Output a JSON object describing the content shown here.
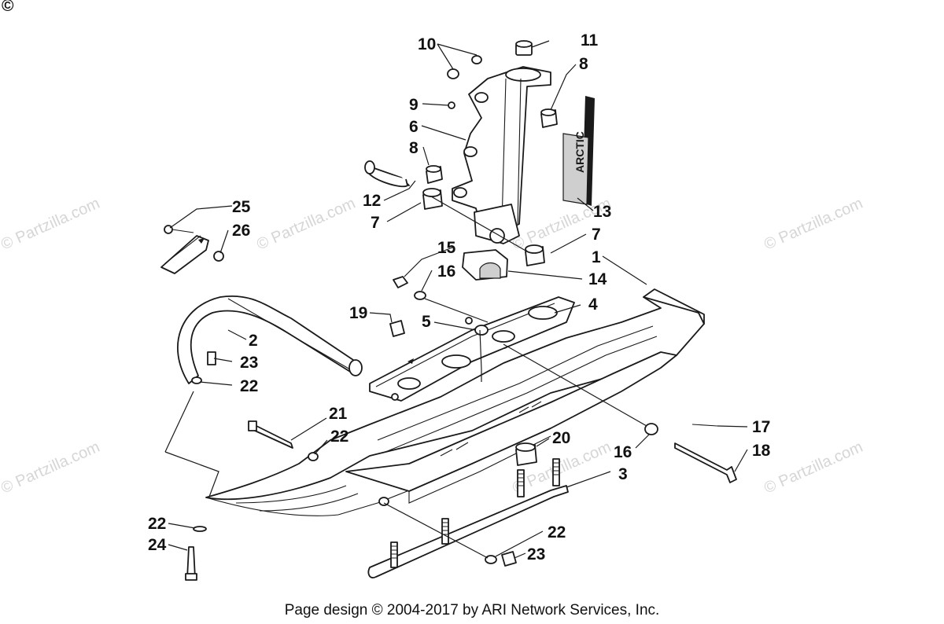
{
  "corner_mark": "©",
  "watermark_text": "© Partzilla.com",
  "footer_text": "Page design © 2004-2017 by ARI Network Services, Inc.",
  "decal_text": "ARCTIC",
  "callouts": [
    {
      "id": "c10",
      "label": "10"
    },
    {
      "id": "c11",
      "label": "11"
    },
    {
      "id": "c8a",
      "label": "8"
    },
    {
      "id": "c9",
      "label": "9"
    },
    {
      "id": "c6",
      "label": "6"
    },
    {
      "id": "c8b",
      "label": "8"
    },
    {
      "id": "c12",
      "label": "12"
    },
    {
      "id": "c7a",
      "label": "7"
    },
    {
      "id": "c13",
      "label": "13"
    },
    {
      "id": "c25",
      "label": "25"
    },
    {
      "id": "c26",
      "label": "26"
    },
    {
      "id": "c15",
      "label": "15"
    },
    {
      "id": "c16a",
      "label": "16"
    },
    {
      "id": "c7b",
      "label": "7"
    },
    {
      "id": "c1",
      "label": "1"
    },
    {
      "id": "c14",
      "label": "14"
    },
    {
      "id": "c4",
      "label": "4"
    },
    {
      "id": "c19",
      "label": "19"
    },
    {
      "id": "c5",
      "label": "5"
    },
    {
      "id": "c2",
      "label": "2"
    },
    {
      "id": "c23a",
      "label": "23"
    },
    {
      "id": "c22a",
      "label": "22"
    },
    {
      "id": "c21",
      "label": "21"
    },
    {
      "id": "c22b",
      "label": "22"
    },
    {
      "id": "c20",
      "label": "20"
    },
    {
      "id": "c17",
      "label": "17"
    },
    {
      "id": "c16b",
      "label": "16"
    },
    {
      "id": "c18",
      "label": "18"
    },
    {
      "id": "c3",
      "label": "3"
    },
    {
      "id": "c22c",
      "label": "22"
    },
    {
      "id": "c24",
      "label": "24"
    },
    {
      "id": "c22d",
      "label": "22"
    },
    {
      "id": "c23b",
      "label": "23"
    }
  ]
}
